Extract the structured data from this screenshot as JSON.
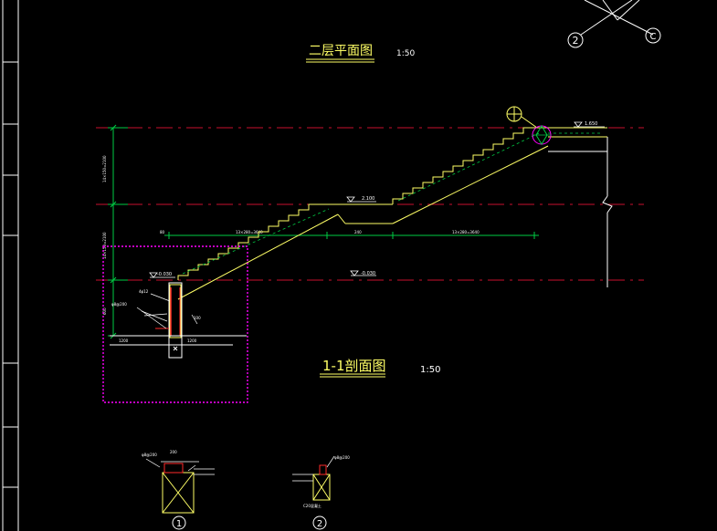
{
  "colors": {
    "background": "#000000",
    "axis_line": "#c8102e",
    "section_line": "#ffff66",
    "dimension": "#00cc44",
    "title_text": "#ffff66",
    "scale_text": "#ffffff",
    "highlight_box": "#ff00ff",
    "rebar": "#ff2a2a",
    "axis_bubble": "#ffffff"
  },
  "titles": {
    "plan_title": "二层平面图",
    "plan_scale": "1:50",
    "section_title": "1-1剖面图",
    "section_scale": "1:50"
  },
  "axis_bubbles": {
    "axis_2": "2",
    "axis_c": "C"
  },
  "detail_markers": {
    "detail_1": "1",
    "detail_2": "2"
  },
  "elevations": {
    "top": "1.650",
    "landing": "2.100",
    "ground_left": "-0.030",
    "ground_mid": "-0.030"
  },
  "dimensions": {
    "landing_width": "240"
  }
}
